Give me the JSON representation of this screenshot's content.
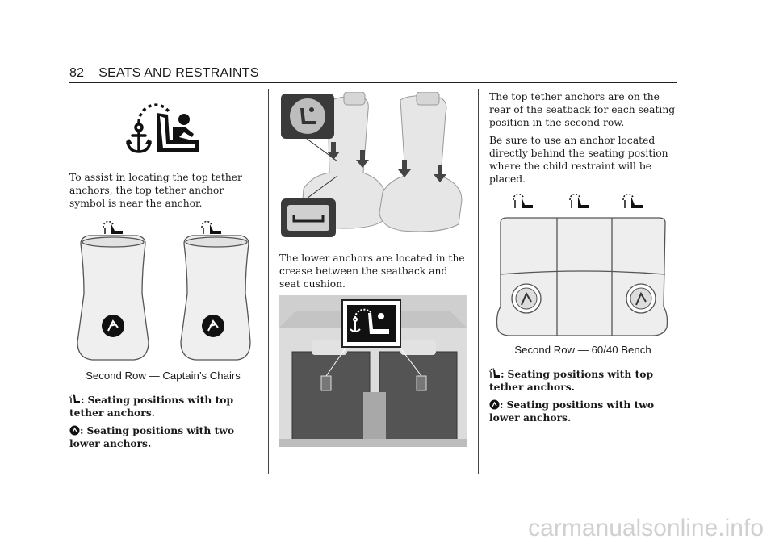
{
  "header": {
    "page_number": "82",
    "section": "SEATS AND RESTRAINTS"
  },
  "col1": {
    "para": "To assist in locating the top tether anchors, the top tether anchor symbol is near the anchor.",
    "caption": "Second Row — Captain’s Chairs",
    "legend_top": "Seating positions with top tether anchors.",
    "legend_lower": "Seating positions with two lower anchors."
  },
  "col2": {
    "para": "The lower anchors are located in the crease between the seatback and seat cushion."
  },
  "col3": {
    "para1": "The top tether anchors are on the rear of the seatback for each seating position in the second row.",
    "para2": "Be sure to use an anchor located directly behind the seating position where the child restraint will be placed.",
    "caption": "Second Row — 60/40 Bench",
    "legend_top": "Seating positions with top tether anchors.",
    "legend_lower": "Seating positions with two lower anchors."
  },
  "legend_separator": ":",
  "icons": [
    "tether-anchor-icon",
    "lower-anchor-icon",
    "anchor-icon",
    "child-seat-icon",
    "arrow-down-icon"
  ],
  "watermark": "carmanualsonline.info"
}
